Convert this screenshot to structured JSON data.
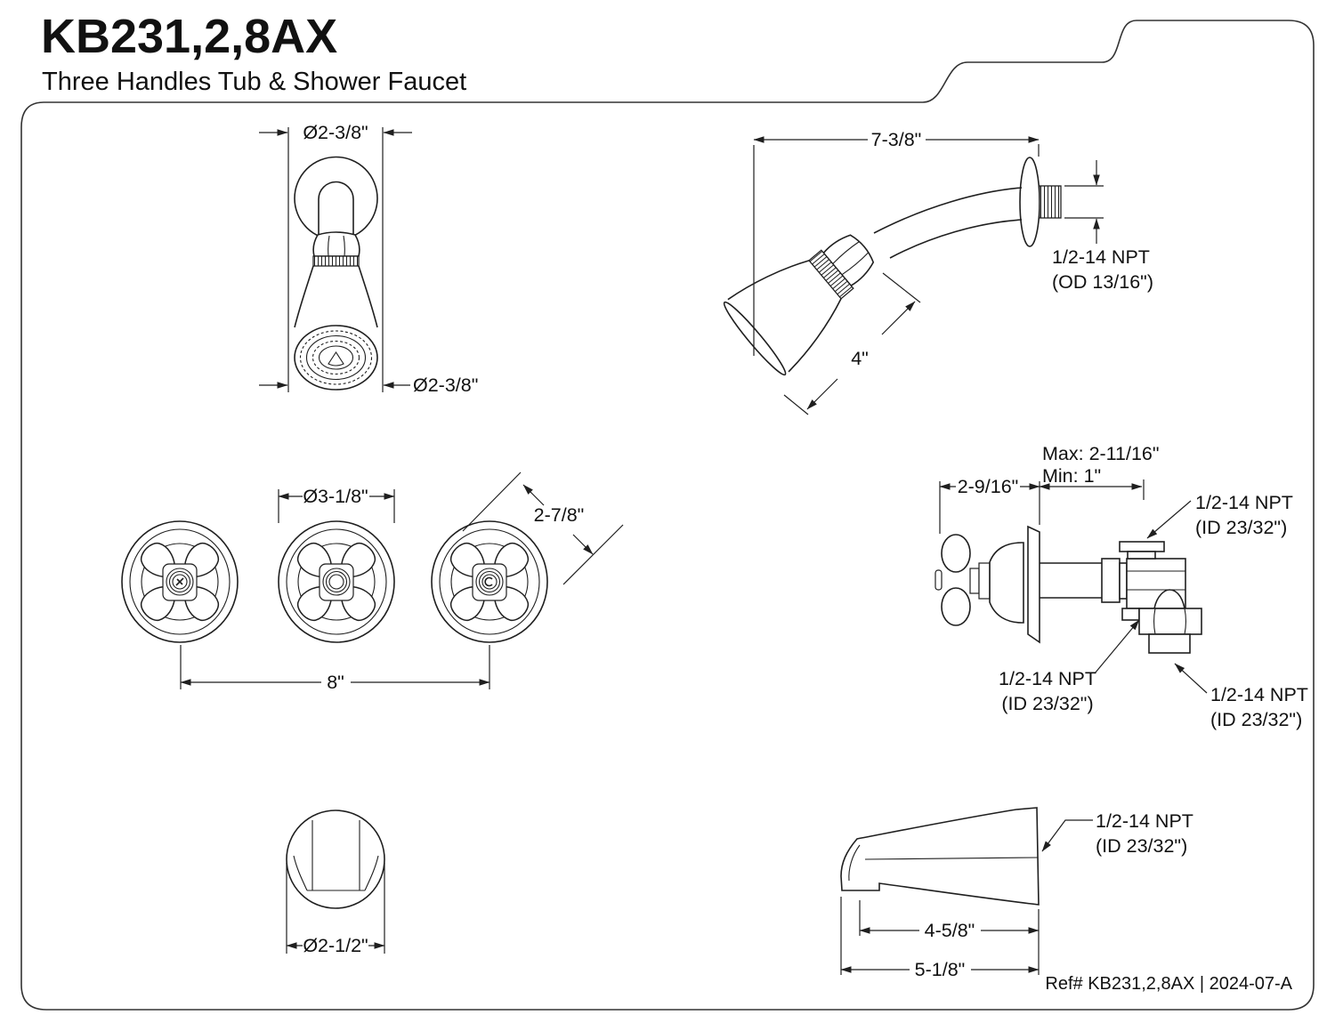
{
  "title": "KB231,2,8AX",
  "subtitle": "Three Handles Tub & Shower Faucet",
  "footer": {
    "ref_text": "Ref# KB231,2,8AX | 2024-07-A"
  },
  "colors": {
    "line": "#1f1f1f",
    "background": "#ffffff",
    "text": "#111111"
  },
  "views": {
    "showerhead_front": {
      "dim_flange_diameter": "Ø2-3/8\"",
      "dim_face_diameter": "Ø2-3/8\""
    },
    "showerhead_side": {
      "dim_reach": "7-3/8\"",
      "dim_head_length": "4\"",
      "thread_spec_line1": "1/2-14 NPT",
      "thread_spec_line2": "(OD 13/16\")"
    },
    "handles": {
      "dim_handle_diameter": "Ø3-1/8\"",
      "dim_handle_depth": "2-7/8\"",
      "dim_center_spacing": "8\""
    },
    "valve": {
      "dim_trim": "2-9/16\"",
      "dim_max": "Max: 2-11/16\"",
      "dim_min": "Min: 1\"",
      "top_port_line1": "1/2-14 NPT",
      "top_port_line2": "(ID 23/32\")",
      "left_port_line1": "1/2-14 NPT",
      "left_port_line2": "(ID 23/32\")",
      "bottom_port_line1": "1/2-14 NPT",
      "bottom_port_line2": "(ID 23/32\")"
    },
    "spout_end": {
      "dim_diameter": "Ø2-1/2\""
    },
    "spout_side": {
      "thread_spec_line1": "1/2-14 NPT",
      "thread_spec_line2": "(ID 23/32\")",
      "dim_body": "4-5/8\"",
      "dim_overall": "5-1/8\""
    }
  }
}
